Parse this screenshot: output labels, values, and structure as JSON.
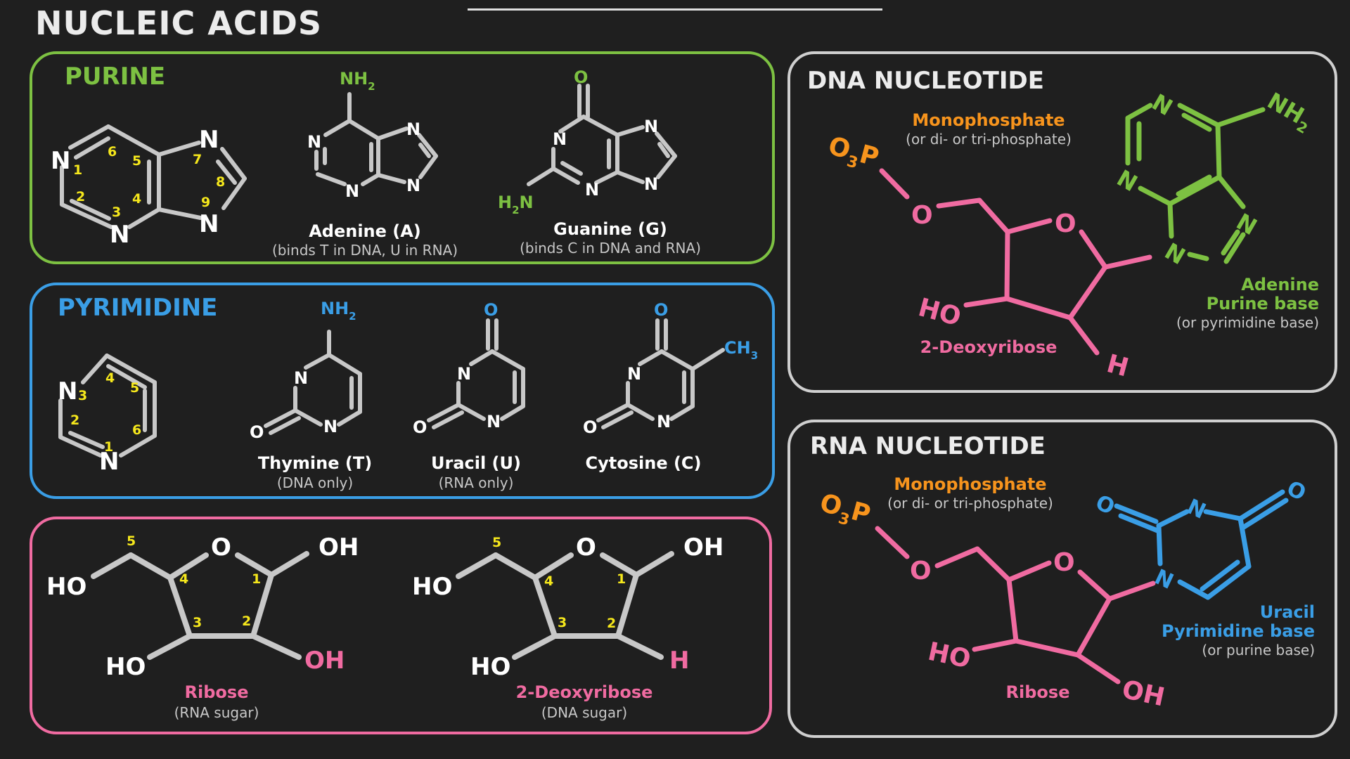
{
  "page_title": "NUCLEIC ACIDS",
  "colors": {
    "background": "#1f1f1f",
    "purine": "#7dc142",
    "pyrimidine": "#3a9ee6",
    "sugar": "#f06ba1",
    "phosphate": "#f7941d",
    "number": "#f5e71c",
    "bond": "#c8c8c8",
    "text": "#ffffff",
    "subtext": "#c8c8c8",
    "gray_border": "#cfcfcf"
  },
  "atoms": {
    "N": "N",
    "O": "O",
    "H": "H",
    "OH": "OH",
    "HO": "HO",
    "NH": "NH",
    "NH2_sub": "2",
    "H2_sub": "2",
    "CH": "CH",
    "CH3_sub": "3",
    "O3_sub": "3",
    "P": "P"
  },
  "purine": {
    "title": "PURINE",
    "ring_numbers": [
      "1",
      "2",
      "3",
      "4",
      "5",
      "6",
      "7",
      "8",
      "9"
    ],
    "adenine": {
      "name": "Adenine (A)",
      "note": "(binds T in DNA, U in RNA)"
    },
    "guanine": {
      "name": "Guanine (G)",
      "note": "(binds C in DNA and RNA)"
    }
  },
  "pyrimidine": {
    "title": "PYRIMIDINE",
    "ring_numbers": [
      "1",
      "2",
      "3",
      "4",
      "5",
      "6"
    ],
    "thymine": {
      "name": "Thymine (T)",
      "note": "(DNA only)"
    },
    "uracil": {
      "name": "Uracil (U)",
      "note": "(RNA only)"
    },
    "cytosine": {
      "name": "Cytosine (C)"
    }
  },
  "sugars": {
    "ring_numbers": [
      "1",
      "2",
      "3",
      "4",
      "5"
    ],
    "ribose": {
      "name": "Ribose",
      "note": "(RNA sugar)"
    },
    "deoxyribose": {
      "name": "2-Deoxyribose",
      "note": "(DNA sugar)"
    }
  },
  "dna_nucleotide": {
    "title": "DNA NUCLEOTIDE",
    "phosphate_label": "Monophosphate",
    "phosphate_note": "(or di- or tri-phosphate)",
    "sugar_label": "2-Deoxyribose",
    "base_name": "Adenine",
    "base_type": "Purine base",
    "base_note": "(or pyrimidine base)"
  },
  "rna_nucleotide": {
    "title": "RNA NUCLEOTIDE",
    "phosphate_label": "Monophosphate",
    "phosphate_note": "(or di- or tri-phosphate)",
    "sugar_label": "Ribose",
    "base_name": "Uracil",
    "base_type": "Pyrimidine base",
    "base_note": "(or purine base)"
  }
}
